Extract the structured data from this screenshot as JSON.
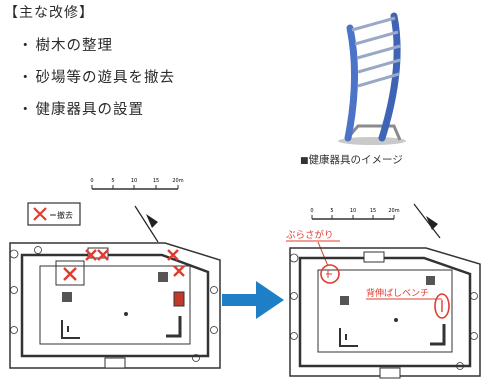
{
  "heading": "【主な改修】",
  "bullets": [
    "樹木の整理",
    "砂場等の遊具を撤去",
    "健康器具の設置"
  ],
  "caption": {
    "mark": "■",
    "text": "健康器具のイメージ"
  },
  "left_map": {
    "scale_labels": [
      "0",
      "5",
      "10",
      "15",
      "20m"
    ],
    "legend_text": "＝撤去"
  },
  "right_map": {
    "scale_labels": [
      "0",
      "5",
      "10",
      "15",
      "20m"
    ],
    "label_swing": "ぶらさがり",
    "label_bench": "背伸ばしベンチ"
  },
  "colors": {
    "remove_x": "#e03c31",
    "arrow": "#1f7fc6",
    "label_red": "#e03c31",
    "equipment_blue": "#3f64b5"
  }
}
